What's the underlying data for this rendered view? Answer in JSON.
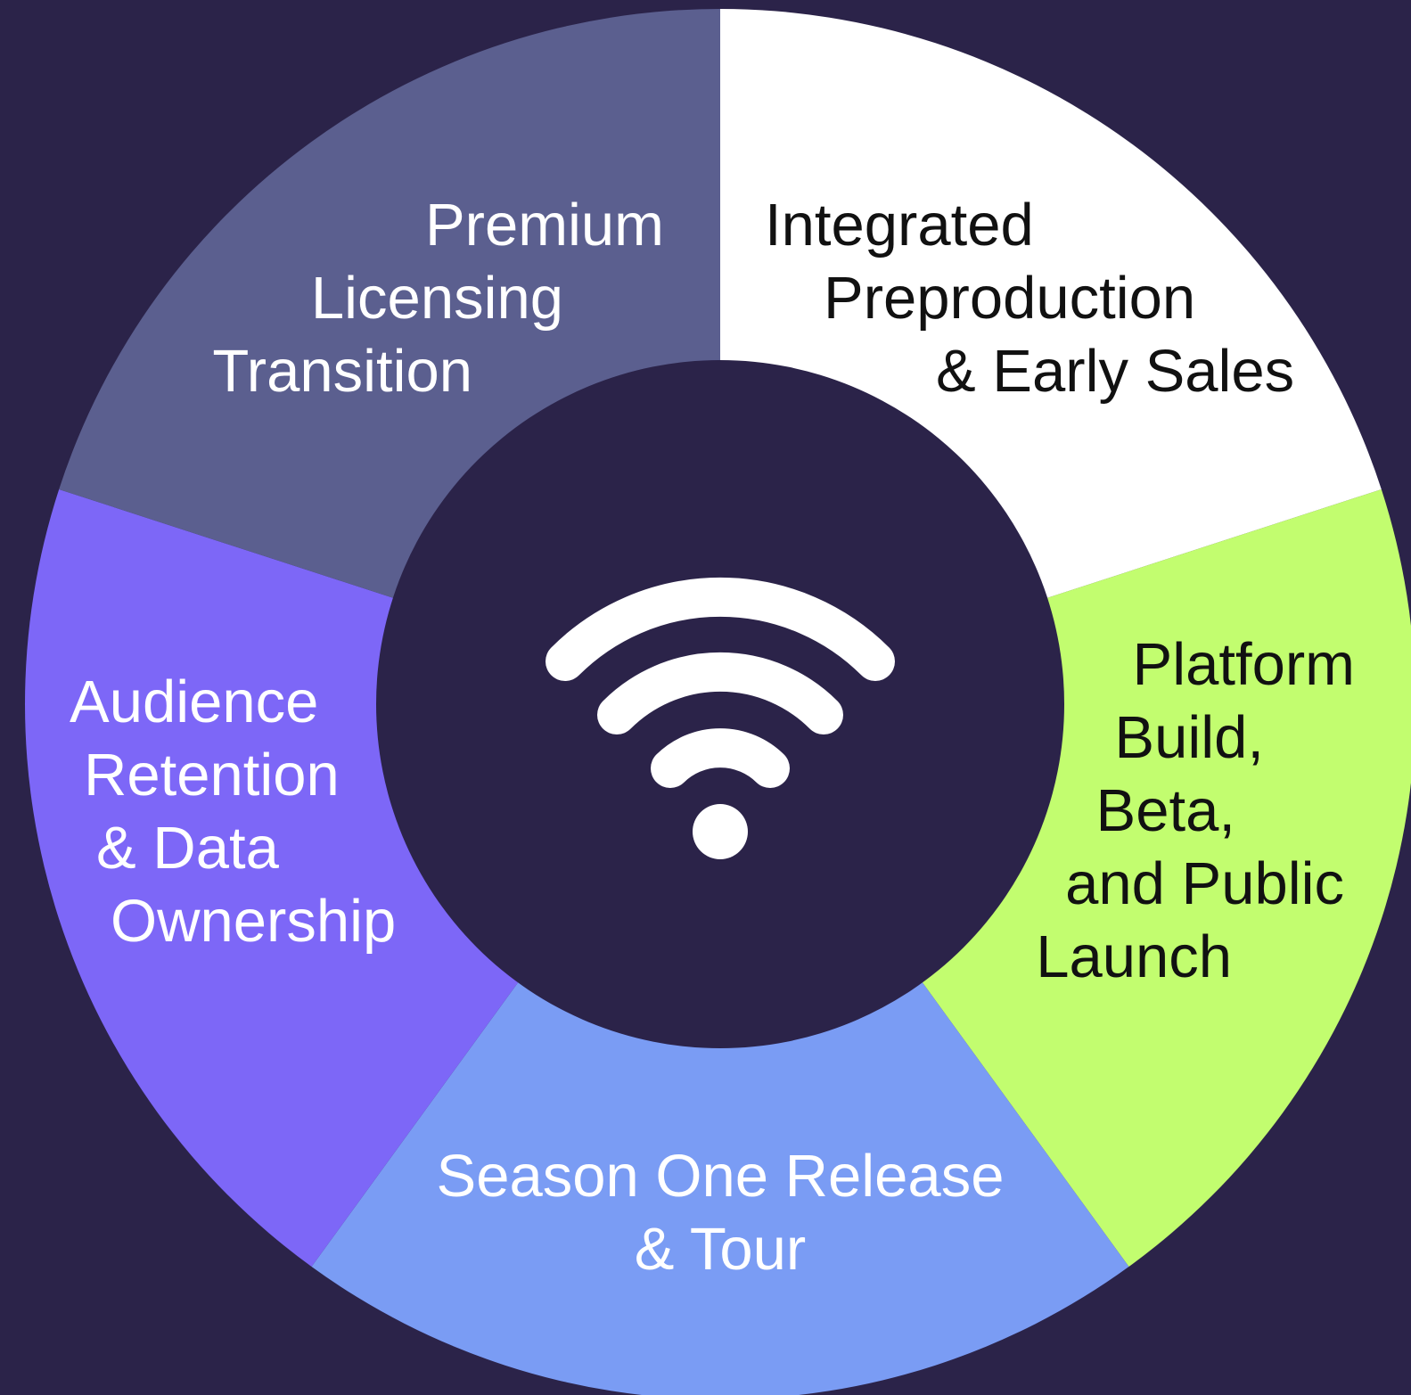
{
  "diagram": {
    "background_color": "#2b2349",
    "center_icon": "wifi-icon",
    "center_color": "#2b2349",
    "icon_color": "#ffffff",
    "segments": [
      {
        "id": "integrated-preproduction",
        "color": "#ffffff",
        "text_color": "#111111",
        "lines": [
          "Integrated",
          "Preproduction",
          "& Early Sales"
        ]
      },
      {
        "id": "platform-build",
        "color": "#c2fd6f",
        "text_color": "#111111",
        "lines": [
          "Platform",
          "Build,",
          "Beta,",
          "and Public",
          "Launch"
        ]
      },
      {
        "id": "season-one-release",
        "color": "#7a9cf4",
        "text_color": "#ffffff",
        "lines": [
          "Season One Release",
          "& Tour"
        ]
      },
      {
        "id": "audience-retention",
        "color": "#7d67f7",
        "text_color": "#ffffff",
        "lines": [
          "Audience",
          "Retention",
          "& Data",
          "Ownership"
        ]
      },
      {
        "id": "premium-licensing",
        "color": "#5b5f8f",
        "text_color": "#ffffff",
        "lines": [
          "Premium",
          "Licensing",
          "Transition"
        ]
      }
    ]
  }
}
